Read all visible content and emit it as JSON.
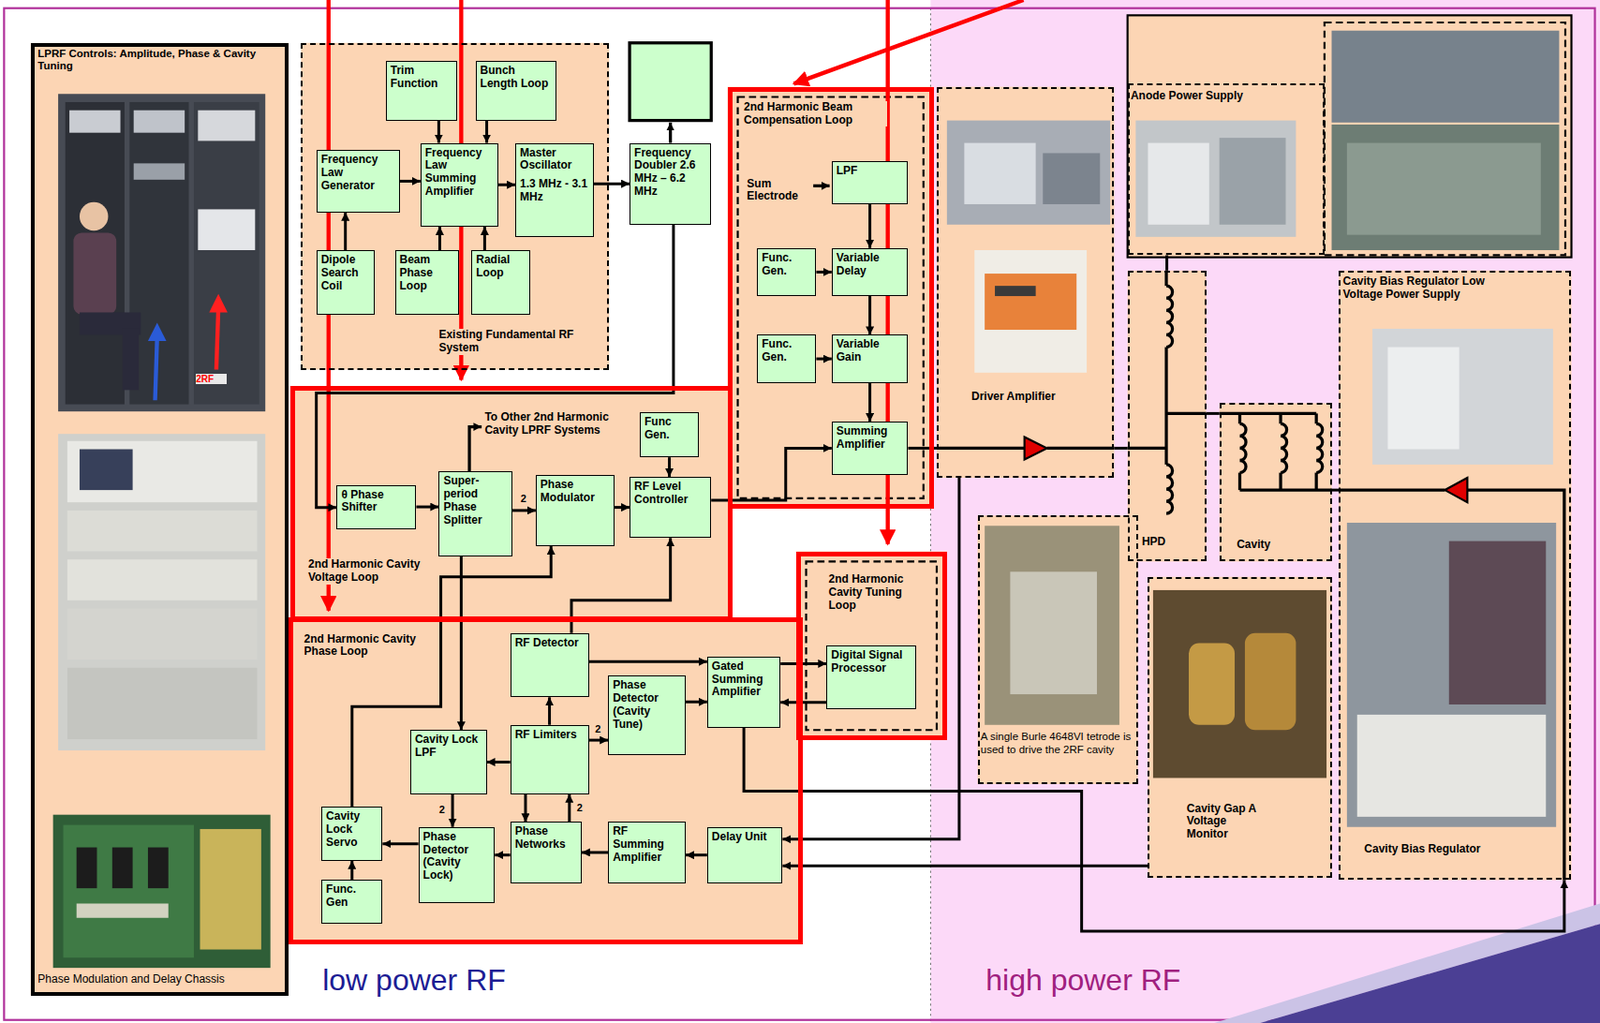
{
  "diagram": {
    "nodes": [
      {
        "text": [
          "LPRF Controls: Amplitude, Phase & Cavity Tuning",
          "Phase Modulation and Delay Chassis"
        ]
      },
      {
        "text": [
          "Existing Fundamental RF System"
        ]
      },
      {
        "text": [
          "Trim Function"
        ],
        "in": 1
      },
      {
        "text": [
          "Bunch Length Loop"
        ],
        "in": 1
      },
      {
        "text": [
          "Frequency Law Generator"
        ],
        "in": 1
      },
      {
        "text": [
          "Frequency Law Summing Amplifier"
        ],
        "in": 1
      },
      {
        "text": [
          "Master Oscillator",
          "1.3 MHz - 3.1 MHz"
        ],
        "in": 1
      },
      {
        "text": [
          "Dipole Search Coil"
        ],
        "in": 1
      },
      {
        "text": [
          "Beam Phase Loop"
        ],
        "in": 1
      },
      {
        "text": [
          "Radial Loop"
        ],
        "in": 1
      },
      {
        "text": [
          "Frequency Doubler 2.6 MHz – 6.2 MHz"
        ]
      },
      {
        "text": [
          "2nd Harmonic Beam Compensation Loop"
        ]
      },
      {
        "text": [
          "LPF"
        ],
        "in": 11
      },
      {
        "text": [
          "Func. Gen."
        ],
        "in": 11
      },
      {
        "text": [
          "Variable Delay"
        ],
        "in": 11
      },
      {
        "text": [
          "Func. Gen."
        ],
        "in": 11
      },
      {
        "text": [
          "Variable Gain"
        ],
        "in": 11
      },
      {
        "text": [
          "Summing Amplifier"
        ],
        "in": 11
      },
      {
        "text": [
          "2nd Harmonic Cavity Voltage Loop"
        ]
      },
      {
        "text": [
          "θ Phase Shifter"
        ],
        "in": 18
      },
      {
        "text": [
          "Super-period Phase Splitter"
        ],
        "in": 18
      },
      {
        "text": [
          "Phase Modulator"
        ],
        "in": 18
      },
      {
        "text": [
          "Func Gen."
        ],
        "in": 18
      },
      {
        "text": [
          "RF Level Controller"
        ],
        "in": 18
      },
      {
        "text": [
          "2nd Harmonic Cavity Phase Loop"
        ]
      },
      {
        "text": [
          "RF Detector"
        ],
        "in": 24
      },
      {
        "text": [
          "Phase Detector (Cavity Tune)"
        ],
        "in": 24
      },
      {
        "text": [
          "Gated Summing Amplifier"
        ],
        "in": 24
      },
      {
        "text": [
          "Cavity Lock LPF"
        ],
        "in": 24
      },
      {
        "text": [
          "RF Limiters"
        ],
        "in": 24
      },
      {
        "text": [
          "Cavity Lock Servo"
        ],
        "in": 24
      },
      {
        "text": [
          "Phase Detector (Cavity Lock)"
        ],
        "in": 24
      },
      {
        "text": [
          "Phase Networks"
        ],
        "in": 24
      },
      {
        "text": [
          "RF Summing Amplifier"
        ],
        "in": 24
      },
      {
        "text": [
          "Delay Unit"
        ],
        "in": 24
      },
      {
        "text": [
          "Func. Gen"
        ],
        "in": 24
      },
      {
        "text": [
          "2nd Harmonic Cavity Tuning Loop"
        ]
      },
      {
        "text": [
          "Digital Signal Processor"
        ],
        "in": 36
      },
      {
        "text": [
          "Driver Amplifier"
        ]
      },
      {
        "text": [
          "Anode Power Supply"
        ]
      },
      {
        "text": [
          "A single Burle 4648VI tetrode is used to drive the 2RF cavity"
        ]
      },
      {
        "text": [
          "HPD"
        ]
      },
      {
        "text": [
          "Cavity"
        ]
      },
      {
        "text": [
          "Cavity Gap A Voltage Monitor"
        ]
      },
      {
        "text": [
          "Cavity Bias Regulator Low Voltage Power Supply",
          "Cavity Bias Regulator"
        ]
      }
    ],
    "edges": [
      {
        "from": 2,
        "to": 5,
        "arrow": "to"
      },
      {
        "from": 3,
        "to": 5,
        "arrow": "to"
      },
      {
        "from": 4,
        "to": 5,
        "arrow": "to"
      },
      {
        "from": 7,
        "to": 4,
        "arrow": "to"
      },
      {
        "from": 8,
        "to": 5,
        "arrow": "to"
      },
      {
        "from": 9,
        "to": 5,
        "arrow": "to"
      },
      {
        "from": 5,
        "to": 6,
        "arrow": "to"
      },
      {
        "from": 6,
        "to": 10,
        "arrow": "to"
      },
      {
        "from": 10,
        "to": 19,
        "arrow": "to"
      },
      {
        "from": 19,
        "to": 20,
        "arrow": "to"
      },
      {
        "from": 20,
        "to": 21,
        "label": "2",
        "arrow": "to"
      },
      {
        "from": 21,
        "to": 23,
        "arrow": "to"
      },
      {
        "from": 22,
        "to": 23,
        "arrow": "to"
      },
      {
        "from": 23,
        "to": 17,
        "arrow": "to"
      },
      {
        "from": 12,
        "to": 14,
        "arrow": "to"
      },
      {
        "from": 13,
        "to": 14,
        "arrow": "to"
      },
      {
        "from": 14,
        "to": 16,
        "arrow": "to"
      },
      {
        "from": 15,
        "to": 16,
        "arrow": "to"
      },
      {
        "from": 16,
        "to": 17,
        "arrow": "to"
      },
      {
        "from": 17,
        "to": 38,
        "arrow": "none"
      },
      {
        "from": 38,
        "to": 41,
        "arrow": "none"
      },
      {
        "from": 39,
        "to": 41,
        "arrow": "none"
      },
      {
        "from": 41,
        "to": 42,
        "arrow": "none"
      },
      {
        "from": 44,
        "to": 42,
        "arrow": "none"
      },
      {
        "from": 25,
        "to": 23,
        "arrow": "to"
      },
      {
        "from": 30,
        "to": 21,
        "arrow": "to"
      },
      {
        "from": 20,
        "to": 28,
        "arrow": "to"
      },
      {
        "from": 29,
        "to": 25,
        "arrow": "to"
      },
      {
        "from": 29,
        "to": 28,
        "arrow": "to"
      },
      {
        "from": 29,
        "to": 26,
        "label": "2",
        "arrow": "to"
      },
      {
        "from": 29,
        "to": 32,
        "arrow": "to"
      },
      {
        "from": 32,
        "to": 29,
        "label": "2",
        "arrow": "to"
      },
      {
        "from": 28,
        "to": 31,
        "label": "2",
        "arrow": "to"
      },
      {
        "from": 31,
        "to": 30,
        "arrow": "to"
      },
      {
        "from": 35,
        "to": 30,
        "arrow": "to"
      },
      {
        "from": 32,
        "to": 31,
        "arrow": "to"
      },
      {
        "from": 33,
        "to": 32,
        "arrow": "to"
      },
      {
        "from": 34,
        "to": 33,
        "arrow": "to"
      },
      {
        "from": 25,
        "to": 27,
        "arrow": "to"
      },
      {
        "from": 26,
        "to": 27,
        "arrow": "to"
      },
      {
        "from": 27,
        "to": 37,
        "arrow": "to"
      },
      {
        "from": 37,
        "to": 27,
        "arrow": "to"
      },
      {
        "from": 27,
        "to": 44,
        "arrow": "to"
      },
      {
        "from": 38,
        "to": 34,
        "arrow": "to"
      },
      {
        "from": 43,
        "to": 34,
        "arrow": "to"
      }
    ],
    "labels": [
      "2RF",
      "Sum Electrode",
      "To Other 2nd Harmonic Cavity LPRF Systems",
      "low power RF",
      "high power RF"
    ]
  }
}
